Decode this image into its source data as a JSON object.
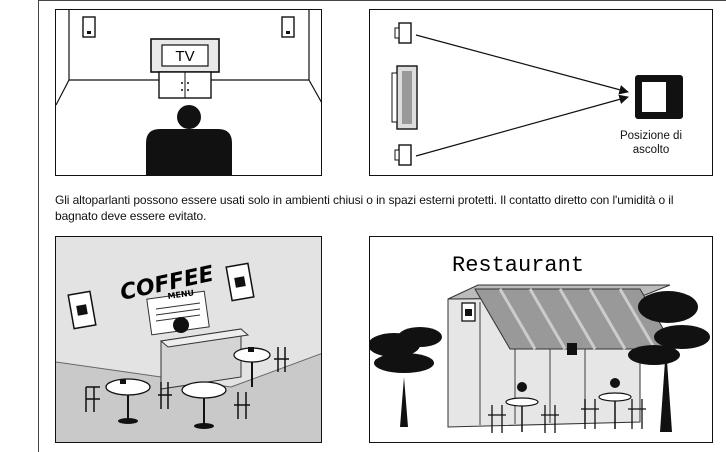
{
  "caption": "Gli altoparlanti possono essere usati solo in ambienti chiusi o in spazi esterni protetti. Il contatto diretto con l'umidità o il bagnato deve essere evitato.",
  "tv_panel": {
    "tv_label": "TV"
  },
  "diagram_panel": {
    "listening_position_label": "Posizione di ascolto"
  },
  "coffee_panel": {
    "coffee_sign": "COFFEE",
    "menu_sign": "MENU"
  },
  "restaurant_panel": {
    "restaurant_sign": "Restaurant"
  },
  "icons": [
    "speaker-icon",
    "listener-icon",
    "arrow-icon"
  ]
}
